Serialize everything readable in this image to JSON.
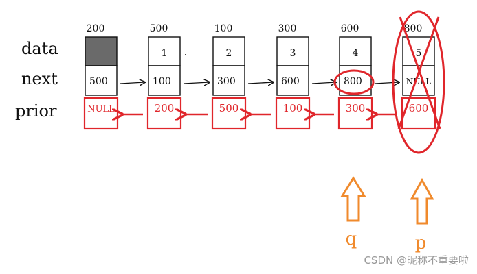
{
  "row_labels": {
    "data": "data",
    "next": "next",
    "prior": "prior"
  },
  "nodes": [
    {
      "address": "200",
      "data": "",
      "next": "500",
      "prior": "NULL",
      "data_shaded": true
    },
    {
      "address": "500",
      "data": "1",
      "next": "100",
      "prior": "200"
    },
    {
      "address": "100",
      "data": "2",
      "next": "300",
      "prior": "500"
    },
    {
      "address": "300",
      "data": "3",
      "next": "600",
      "prior": "100"
    },
    {
      "address": "600",
      "data": "4",
      "next": "800",
      "prior": "300"
    },
    {
      "address": "800",
      "data": "5",
      "next": "NULL",
      "prior": "600"
    }
  ],
  "pointers": {
    "q": "q",
    "p": "p"
  },
  "watermark": "CSDN @昵称不重要啦",
  "colors": {
    "black": "#111111",
    "red": "#e0262b",
    "orange": "#f08a2c",
    "shade": "#6a6a6a",
    "watermark": "#9a9a9a"
  }
}
